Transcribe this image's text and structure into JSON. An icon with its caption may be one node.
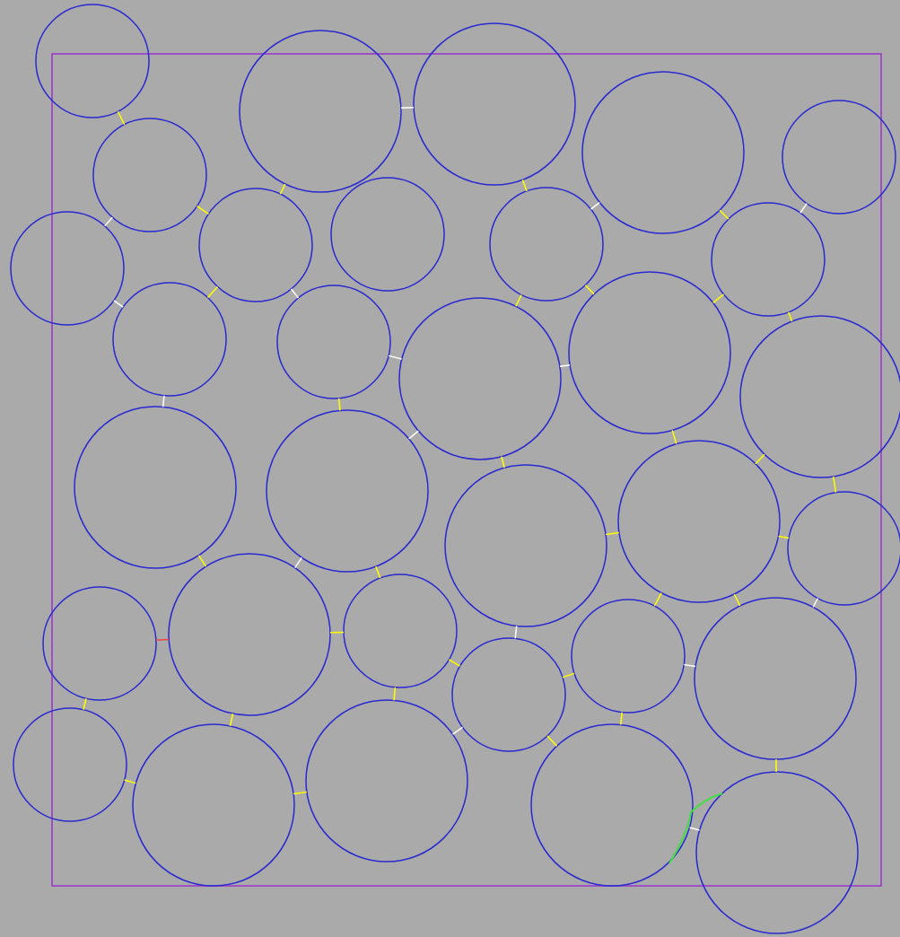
{
  "diagram": {
    "nodes": [
      {
        "text": [],
        "shape": "circle"
      },
      {
        "text": [],
        "shape": "circle"
      },
      {
        "text": [],
        "shape": "circle"
      },
      {
        "text": [],
        "shape": "circle"
      },
      {
        "text": [],
        "shape": "circle"
      },
      {
        "text": [],
        "shape": "circle"
      },
      {
        "text": [],
        "shape": "circle"
      },
      {
        "text": [],
        "shape": "circle"
      },
      {
        "text": [],
        "shape": "circle"
      },
      {
        "text": [],
        "shape": "circle"
      },
      {
        "text": [],
        "shape": "circle"
      },
      {
        "text": [],
        "shape": "circle"
      },
      {
        "text": [],
        "shape": "circle"
      },
      {
        "text": [],
        "shape": "circle"
      },
      {
        "text": [],
        "shape": "circle"
      },
      {
        "text": [],
        "shape": "circle"
      },
      {
        "text": [],
        "shape": "circle"
      },
      {
        "text": [],
        "shape": "circle"
      },
      {
        "text": [],
        "shape": "circle"
      },
      {
        "text": [],
        "shape": "circle"
      },
      {
        "text": [],
        "shape": "circle"
      },
      {
        "text": [],
        "shape": "circle"
      },
      {
        "text": [],
        "shape": "circle"
      },
      {
        "text": [],
        "shape": "circle"
      },
      {
        "text": [],
        "shape": "circle"
      },
      {
        "text": [],
        "shape": "circle"
      },
      {
        "text": [],
        "shape": "circle"
      },
      {
        "text": [],
        "shape": "circle"
      },
      {
        "text": [],
        "shape": "circle"
      },
      {
        "text": [],
        "shape": "circle"
      },
      {
        "text": [],
        "shape": "circle"
      },
      {
        "text": [],
        "shape": "circle"
      }
    ],
    "edges": [
      {
        "from": 0,
        "to": 5,
        "arrow": "none"
      },
      {
        "from": 5,
        "to": 7,
        "arrow": "none"
      },
      {
        "from": 5,
        "to": 10,
        "arrow": "none",
        "color": "#ffffff"
      },
      {
        "from": 10,
        "to": 11,
        "arrow": "none",
        "color": "#ffffff"
      },
      {
        "from": 11,
        "to": 7,
        "arrow": "none"
      },
      {
        "from": 7,
        "to": 1,
        "arrow": "none"
      },
      {
        "from": 1,
        "to": 2,
        "arrow": "none",
        "color": "#ffffff"
      },
      {
        "from": 2,
        "to": 8,
        "arrow": "none"
      },
      {
        "from": 7,
        "to": 12,
        "arrow": "none",
        "color": "#ffffff"
      },
      {
        "from": 12,
        "to": 14,
        "arrow": "none",
        "color": "#ffffff"
      },
      {
        "from": 14,
        "to": 13,
        "arrow": "none",
        "color": "#ffffff"
      },
      {
        "from": 8,
        "to": 3,
        "arrow": "none",
        "color": "#ffffff"
      },
      {
        "from": 8,
        "to": 13,
        "arrow": "none"
      },
      {
        "from": 13,
        "to": 9,
        "arrow": "none"
      },
      {
        "from": 3,
        "to": 9,
        "arrow": "none"
      },
      {
        "from": 9,
        "to": 4,
        "arrow": "none",
        "color": "#ffffff"
      },
      {
        "from": 9,
        "to": 15,
        "arrow": "none"
      },
      {
        "from": 15,
        "to": 18,
        "arrow": "none"
      },
      {
        "from": 15,
        "to": 20,
        "arrow": "none"
      },
      {
        "from": 8,
        "to": 14,
        "arrow": "none"
      },
      {
        "from": 14,
        "to": 17,
        "arrow": "none",
        "color": "#ffffff"
      },
      {
        "from": 13,
        "to": 18,
        "arrow": "none"
      },
      {
        "from": 12,
        "to": 17,
        "arrow": "none"
      },
      {
        "from": 11,
        "to": 16,
        "arrow": "none",
        "color": "#ffffff"
      },
      {
        "from": 16,
        "to": 22,
        "arrow": "none"
      },
      {
        "from": 17,
        "to": 22,
        "arrow": "none",
        "color": "#ffffff"
      },
      {
        "from": 17,
        "to": 21,
        "arrow": "none"
      },
      {
        "from": 14,
        "to": 19,
        "arrow": "none"
      },
      {
        "from": 19,
        "to": 18,
        "arrow": "none"
      },
      {
        "from": 18,
        "to": 20,
        "arrow": "none"
      },
      {
        "from": 20,
        "to": 25,
        "arrow": "none",
        "color": "#ffffff"
      },
      {
        "from": 18,
        "to": 24,
        "arrow": "none"
      },
      {
        "from": 18,
        "to": 25,
        "arrow": "none"
      },
      {
        "from": 22,
        "to": 23,
        "arrow": "none",
        "color": "#ee4444"
      },
      {
        "from": 22,
        "to": 21,
        "arrow": "none"
      },
      {
        "from": 23,
        "to": 27,
        "arrow": "none"
      },
      {
        "from": 27,
        "to": 29,
        "arrow": "none"
      },
      {
        "from": 22,
        "to": 29,
        "arrow": "none"
      },
      {
        "from": 29,
        "to": 28,
        "arrow": "none"
      },
      {
        "from": 21,
        "to": 28,
        "arrow": "none"
      },
      {
        "from": 21,
        "to": 26,
        "arrow": "none"
      },
      {
        "from": 19,
        "to": 26,
        "arrow": "none",
        "color": "#ffffff"
      },
      {
        "from": 26,
        "to": 24,
        "arrow": "none"
      },
      {
        "from": 26,
        "to": 28,
        "arrow": "none",
        "color": "#ffffff"
      },
      {
        "from": 26,
        "to": 30,
        "arrow": "none"
      },
      {
        "from": 24,
        "to": 25,
        "arrow": "none",
        "color": "#ffffff"
      },
      {
        "from": 24,
        "to": 30,
        "arrow": "none"
      },
      {
        "from": 30,
        "to": 31,
        "arrow": "none",
        "color": "#ffffff"
      },
      {
        "from": 25,
        "to": 31,
        "arrow": "none"
      }
    ]
  }
}
